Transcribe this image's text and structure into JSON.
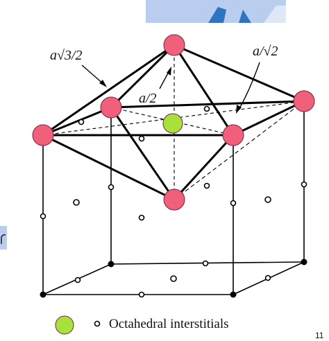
{
  "labels": {
    "distance_sqrt3": "a√3/2",
    "distance_half": "a/2",
    "distance_sqrt2": "a/√2"
  },
  "legend": {
    "text": "Octahedral interstitials"
  },
  "page_number": "11",
  "colors": {
    "host_atom": "#f0607a",
    "interstitial_atom": "#a6e23a",
    "corner_tile": "#b9cdee",
    "corner_tile_accent": "#2f73c3",
    "side_tab": "#b9cdee"
  }
}
